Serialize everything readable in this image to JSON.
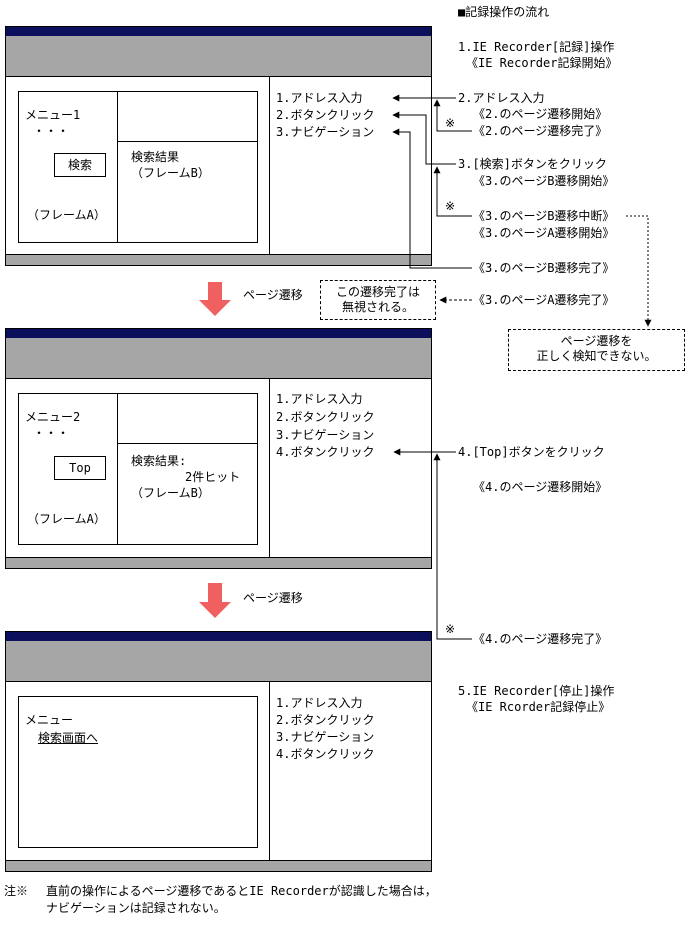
{
  "title": "■記録操作の流れ",
  "flow": {
    "step1": "1.IE Recorder[記録]操作",
    "step1_sub": "《IE Recorder記録開始》",
    "step2": "2.アドレス入力",
    "step2_a": "《2.のページ遷移開始》",
    "step2_b": "《2.のページ遷移完了》",
    "step3": "3.[検索]ボタンをクリック",
    "step3_a": "《3.のページB遷移開始》",
    "step3_b": "《3.のページB遷移中断》",
    "step3_c": "《3.のページA遷移開始》",
    "step3_d": "《3.のページB遷移完了》",
    "step3_e": "《3.のページA遷移完了》",
    "step4": "4.[Top]ボタンをクリック",
    "step4_a": "《4.のページ遷移開始》",
    "step4_b": "《4.のページ遷移完了》",
    "step5": "5.IE Recorder[停止]操作",
    "step5_sub": "《IE Rcorder記録停止》",
    "mark": "※"
  },
  "callouts": {
    "ignored_line1": "この遷移完了は",
    "ignored_line2": "無視される。",
    "fail_line1": "ページ遷移を",
    "fail_line2": "正しく検知できない。"
  },
  "transitions": {
    "label1": "ページ遷移",
    "label2": "ページ遷移"
  },
  "screen1": {
    "menu": "メニュー1",
    "dots": "・・・",
    "button": "検索",
    "frameA": "（フレームA）",
    "result1": "検索結果",
    "result2": "（フレームB）",
    "log": [
      "1.アドレス入力",
      "2.ボタンクリック",
      "3.ナビゲーション"
    ]
  },
  "screen2": {
    "menu": "メニュー2",
    "dots": "・・・",
    "button": "Top",
    "frameA": "（フレームA）",
    "result1": "検索結果:",
    "result2": "2件ヒット",
    "result3": "（フレームB）",
    "log": [
      "1.アドレス入力",
      "2.ボタンクリック",
      "3.ナビゲーション",
      "4.ボタンクリック"
    ]
  },
  "screen3": {
    "menu": "メニュー",
    "link": "検索画面へ",
    "log": [
      "1.アドレス入力",
      "2.ボタンクリック",
      "3.ナビゲーション",
      "4.ボタンクリック"
    ]
  },
  "note": {
    "label": "注※",
    "line1": "直前の操作によるページ遷移であるとIE Recorderが認識した場合は，",
    "line2": "ナビゲーションは記録されない。"
  },
  "colors": {
    "titlebar": "#0b0f5c",
    "toolbar": "#a6a6a6",
    "arrow": "#f06060"
  }
}
